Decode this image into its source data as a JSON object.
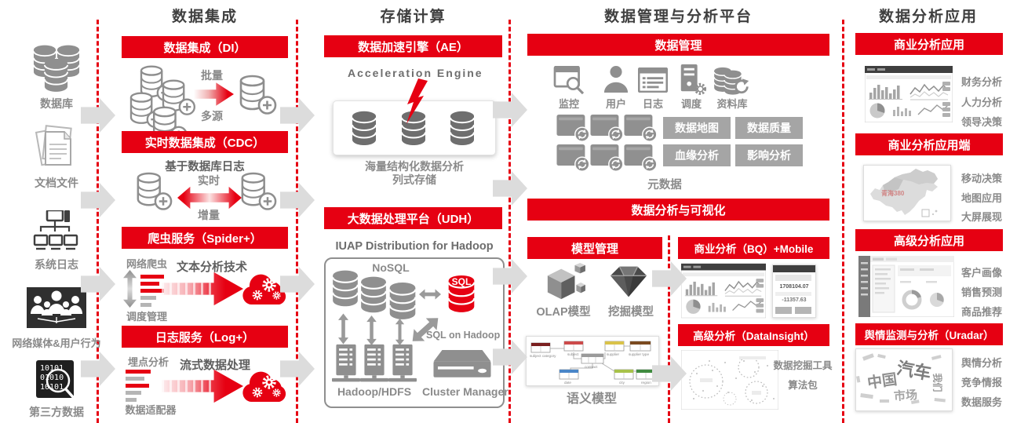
{
  "colors": {
    "accent_red": "#e60012",
    "banner_text": "#ffffff",
    "icon_gray": "#8f8f8f",
    "text_gray": "#8a8a8a",
    "title_dark": "#3f3f3f",
    "button_gray": "#a5a5a5"
  },
  "column_titles": {
    "integration": "数据集成",
    "storage": "存储计算",
    "platform": "数据管理与分析平台",
    "apps": "数据分析应用"
  },
  "sources": {
    "items": [
      {
        "label": "数据库",
        "icon": "database-stack-icon"
      },
      {
        "label": "文档文件",
        "icon": "documents-icon"
      },
      {
        "label": "系统日志",
        "icon": "system-log-icon"
      },
      {
        "label": "网络媒体&用户行为",
        "icon": "social-network-icon"
      },
      {
        "label": "第三方数据",
        "icon": "binary-search-icon",
        "binary_rows": [
          "10101",
          "01010",
          "10101"
        ]
      }
    ]
  },
  "integration": {
    "di": {
      "banner": "数据集成（DI）",
      "top_label": "批量",
      "bottom_label": "多源"
    },
    "cdc": {
      "banner": "实时数据集成（CDC）",
      "title": "基于数据库日志",
      "top_label": "实时",
      "bottom_label": "增量"
    },
    "spider": {
      "banner": "爬虫服务（Spider+）",
      "left_top": "网络爬虫",
      "title": "文本分析技术",
      "left_bottom": "调度管理"
    },
    "log": {
      "banner": "日志服务（Log+）",
      "left_top": "埋点分析",
      "title": "流式数据处理",
      "left_bottom": "数据适配器"
    }
  },
  "storage": {
    "ae": {
      "banner": "数据加速引擎（AE）",
      "subtitle": "Acceleration Engine",
      "caption_line1": "海量结构化数据分析",
      "caption_line2": "列式存储"
    },
    "udh": {
      "banner": "大数据处理平台（UDH）",
      "subtitle": "IUAP Distribution for Hadoop",
      "nosql_label": "NoSQL",
      "sql_label": "SQL",
      "sql_on_hadoop": "SQL on Hadoop",
      "hdfs_label": "Hadoop/HDFS",
      "cluster_label": "Cluster Manager"
    }
  },
  "platform": {
    "mgmt": {
      "banner": "数据管理",
      "icons": [
        {
          "label": "监控",
          "icon": "monitor-search-icon"
        },
        {
          "label": "用户",
          "icon": "user-icon"
        },
        {
          "label": "日志",
          "icon": "log-list-icon"
        },
        {
          "label": "调度",
          "icon": "scheduler-gear-icon"
        },
        {
          "label": "资料库",
          "icon": "repository-refresh-icon"
        }
      ],
      "meta_label": "元数据",
      "buttons": [
        "数据地图",
        "数据质量",
        "血缘分析",
        "影响分析"
      ]
    },
    "viz_banner": "数据分析与可视化",
    "model": {
      "banner": "模型管理",
      "olap_label": "OLAP模型",
      "mining_label": "挖掘模型"
    },
    "bq": {
      "banner": "商业分析（BQ）+Mobile",
      "mobile_stat1": "1708104.07",
      "mobile_stat2": "-11357.63"
    },
    "insight": {
      "banner": "高级分析（DataInsight）",
      "tool_label": "数据挖掘工具",
      "pkg_label": "算法包"
    },
    "semantic": {
      "label": "语义模型",
      "er_nodes": [
        "subject category",
        "subject",
        "supplier",
        "supplier type",
        "contract",
        "date",
        "city",
        "region"
      ]
    }
  },
  "apps": {
    "sections": [
      {
        "banner": "商业分析应用",
        "items": [
          "财务分析",
          "人力分析",
          "领导决策"
        ]
      },
      {
        "banner": "商业分析应用端",
        "items": [
          "移动决策",
          "地图应用",
          "大屏展现"
        ],
        "map_label": "青海380"
      },
      {
        "banner": "高级分析应用",
        "items": [
          "客户画像",
          "销售预测",
          "商品推荐"
        ]
      },
      {
        "banner": "舆情监测与分析（Uradar）",
        "items": [
          "舆情分析",
          "竞争情报",
          "数据服务"
        ],
        "words": [
          "中国",
          "汽车",
          "市场",
          "我们"
        ]
      }
    ]
  }
}
